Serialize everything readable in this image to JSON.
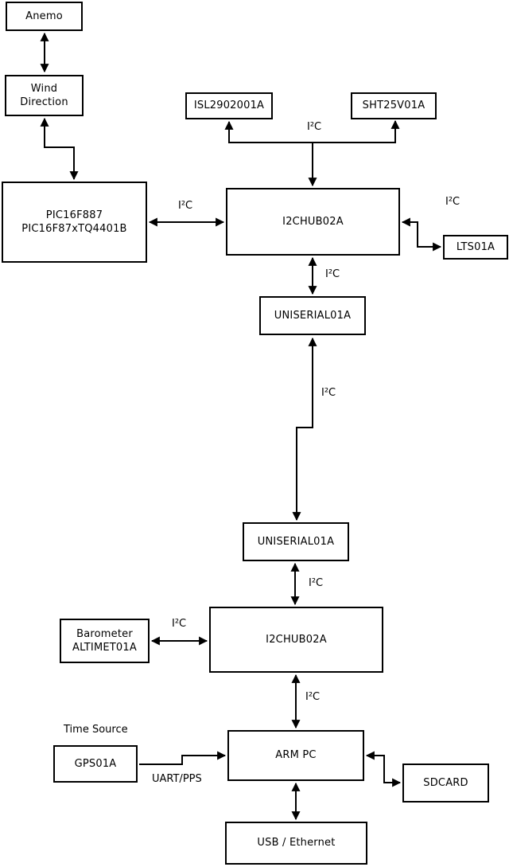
{
  "diagram": {
    "background_color": "#ffffff",
    "line_color": "#000000",
    "box_fill_color": "#ffffff",
    "text_color": "#000000",
    "blocks": {
      "anemo": {
        "label": "Anemo"
      },
      "wind_direction": {
        "lines": [
          "Wind",
          "Direction"
        ]
      },
      "pic_controller": {
        "lines": [
          "PIC16F887",
          "PIC16F87xTQ4401B"
        ]
      },
      "isl_sensor": {
        "label": "ISL2902001A"
      },
      "sht_sensor": {
        "label": "SHT25V01A"
      },
      "i2c_hub_top": {
        "label": "I2CHUB02A"
      },
      "lts_sensor": {
        "label": "LTS01A"
      },
      "uniserial_top": {
        "label": "UNISERIAL01A"
      },
      "uniserial_bottom": {
        "label": "UNISERIAL01A"
      },
      "i2c_hub_bottom": {
        "label": "I2CHUB02A"
      },
      "barometer": {
        "lines": [
          "Barometer",
          "ALTIMET01A"
        ]
      },
      "gps": {
        "label": "GPS01A"
      },
      "arm_pc": {
        "label": "ARM PC"
      },
      "sdcard": {
        "label": "SDCARD"
      },
      "usb_ethernet": {
        "label": "USB / Ethernet"
      }
    },
    "annotations": {
      "time_source": "Time Source",
      "uart_pps": "UART/PPS",
      "i2c_bus": "I²C"
    },
    "connections": [
      {
        "from": "Anemo",
        "to": "Wind Direction",
        "style": "bidirectional",
        "label": ""
      },
      {
        "from": "Wind Direction",
        "to": "PIC16F887 PIC16F87xTQ4401B",
        "style": "bidirectional",
        "label": ""
      },
      {
        "from": "PIC16F887 PIC16F87xTQ4401B",
        "to": "I2CHUB02A (top)",
        "style": "bidirectional",
        "label": "I²C"
      },
      {
        "from": "I2CHUB02A (top)",
        "to": "ISL2902001A",
        "style": "arrow-to",
        "label": "I²C"
      },
      {
        "from": "I2CHUB02A (top)",
        "to": "SHT25V01A",
        "style": "arrow-to",
        "label": "I²C"
      },
      {
        "from": "I2CHUB02A (top)",
        "to": "LTS01A",
        "style": "bidirectional",
        "label": "I²C"
      },
      {
        "from": "I2CHUB02A (top)",
        "to": "UNISERIAL01A (upper)",
        "style": "bidirectional",
        "label": "I²C"
      },
      {
        "from": "UNISERIAL01A (upper)",
        "to": "UNISERIAL01A (lower)",
        "style": "bidirectional",
        "label": "I²C"
      },
      {
        "from": "UNISERIAL01A (lower)",
        "to": "I2CHUB02A (bottom)",
        "style": "bidirectional",
        "label": "I²C"
      },
      {
        "from": "Barometer ALTIMET01A",
        "to": "I2CHUB02A (bottom)",
        "style": "bidirectional",
        "label": "I²C"
      },
      {
        "from": "I2CHUB02A (bottom)",
        "to": "ARM PC",
        "style": "bidirectional",
        "label": "I²C"
      },
      {
        "from": "GPS01A",
        "to": "ARM PC",
        "style": "arrow-to",
        "label": "UART/PPS"
      },
      {
        "from": "ARM PC",
        "to": "SDCARD",
        "style": "bidirectional",
        "label": ""
      },
      {
        "from": "ARM PC",
        "to": "USB / Ethernet",
        "style": "bidirectional",
        "label": ""
      }
    ]
  }
}
